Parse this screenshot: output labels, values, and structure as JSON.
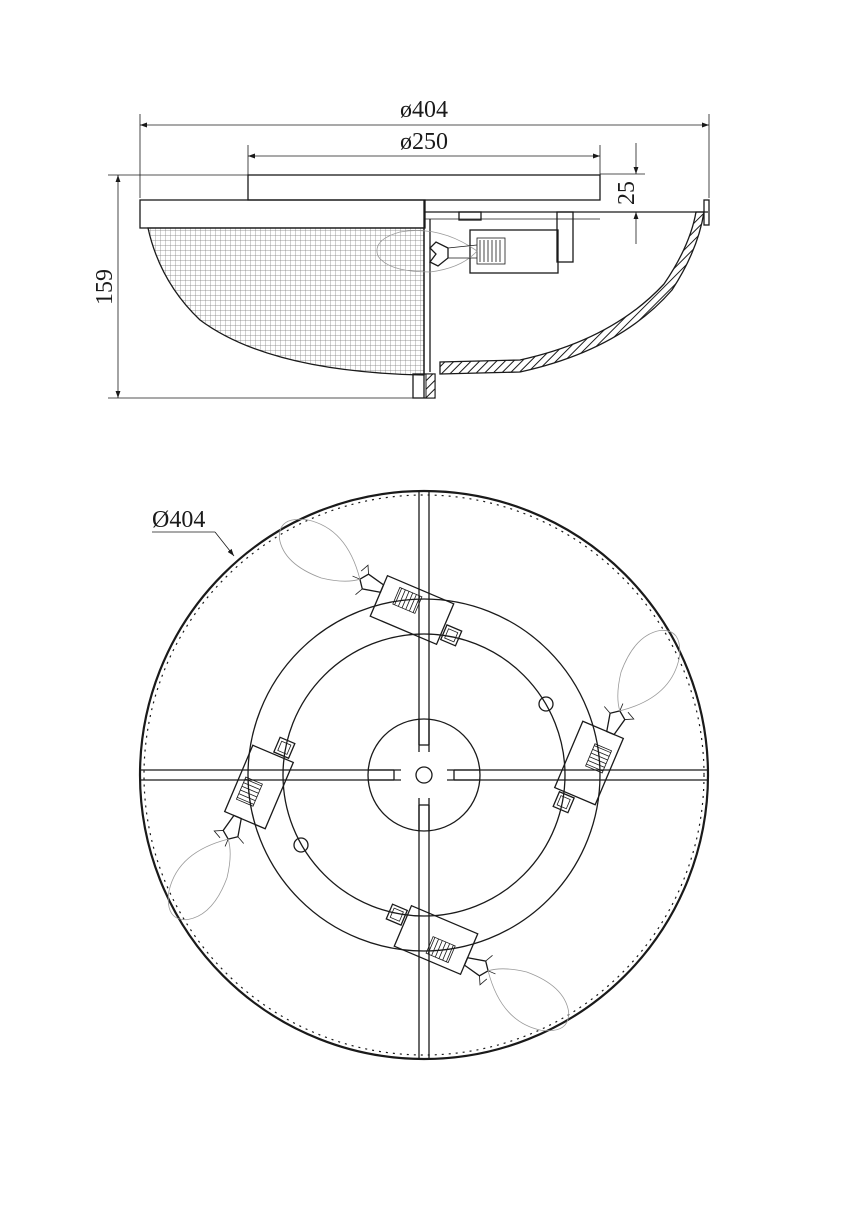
{
  "side_view": {
    "dim_outer_diameter": "ø404",
    "dim_base_diameter": "ø250",
    "dim_base_height": "25",
    "dim_total_height": "159"
  },
  "bottom_view": {
    "dim_outer_diameter": "Ø404"
  },
  "colors": {
    "line": "#1a1a1a",
    "bulb_outline": "#9a9a9a",
    "hatch": "#7a7a7a"
  }
}
